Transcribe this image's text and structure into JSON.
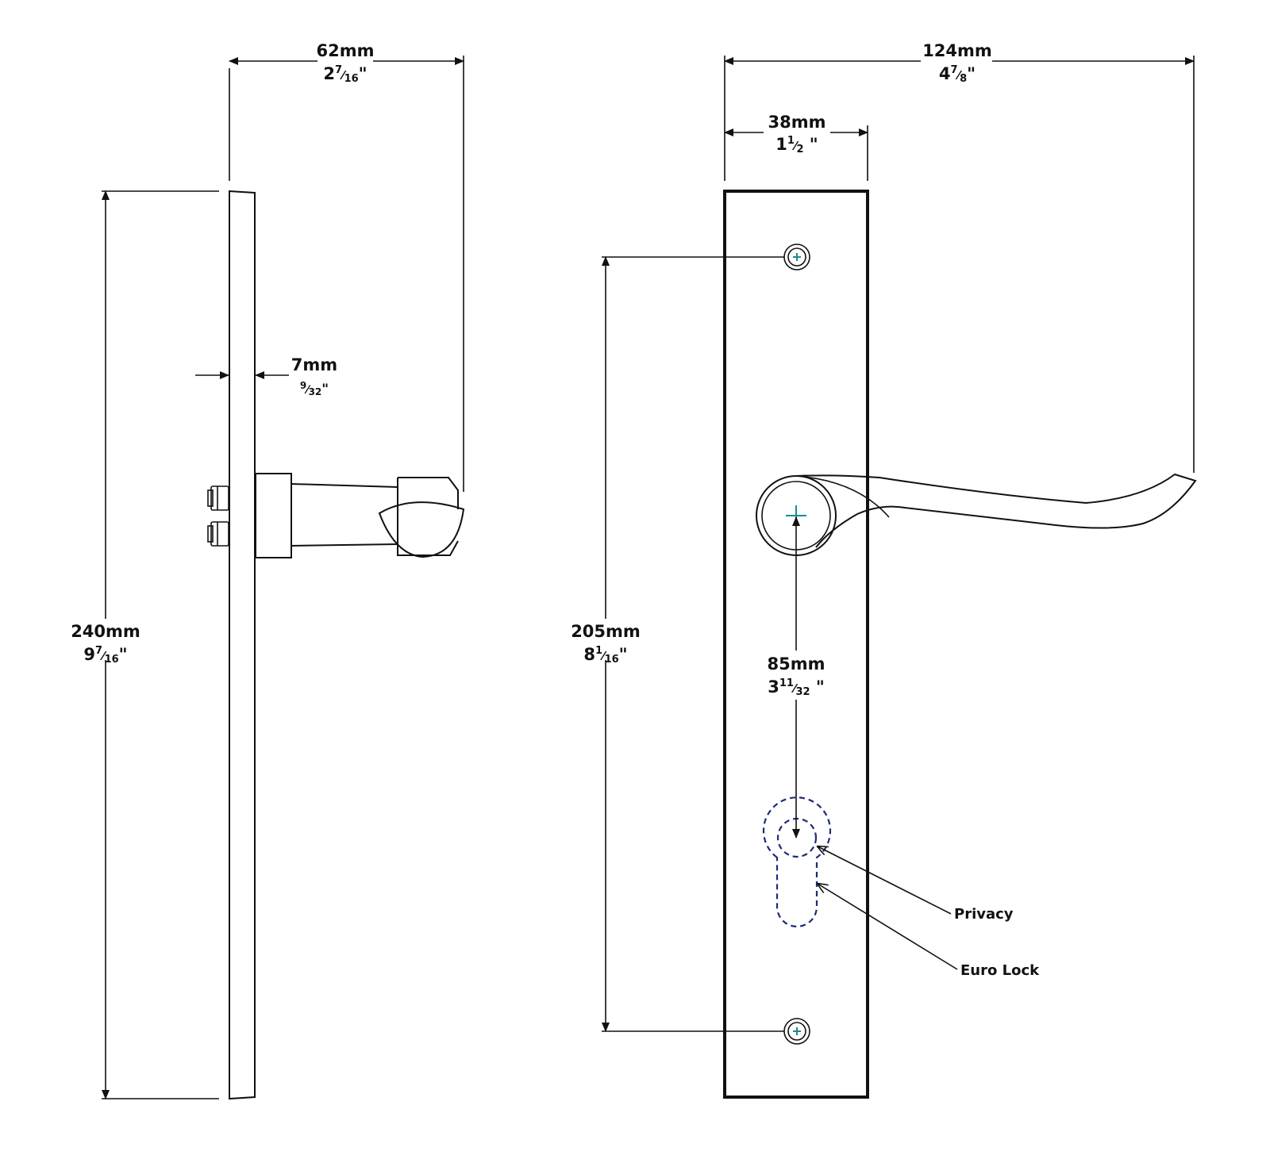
{
  "side_view": {
    "width": {
      "mm": "62mm",
      "whole": "2",
      "num": "7",
      "den": "16",
      "mark": "\""
    },
    "thickness": {
      "mm": "7mm",
      "whole": "",
      "num": "9",
      "den": "32",
      "mark": "\""
    },
    "height": {
      "mm": "240mm",
      "whole": "9",
      "num": "7",
      "den": "16",
      "mark": "\""
    }
  },
  "front_view": {
    "overall_width": {
      "mm": "124mm",
      "whole": "4",
      "num": "7",
      "den": "8",
      "mark": "\""
    },
    "plate_width": {
      "mm": "38mm",
      "whole": "1",
      "num": "1",
      "den": "2",
      "mark": " \""
    },
    "fixing_centres": {
      "mm": "205mm",
      "whole": "8",
      "num": "1",
      "den": "16",
      "mark": "\""
    },
    "spindle_to_lock": {
      "mm": "85mm",
      "whole": "3",
      "num": "11",
      "den": "32",
      "mark": " \""
    }
  },
  "callouts": {
    "privacy": "Privacy",
    "euro_lock": "Euro Lock"
  },
  "colors": {
    "line": "#111111",
    "cutout": "#1f2a7a",
    "centre_mark": "#1f8a8a"
  }
}
